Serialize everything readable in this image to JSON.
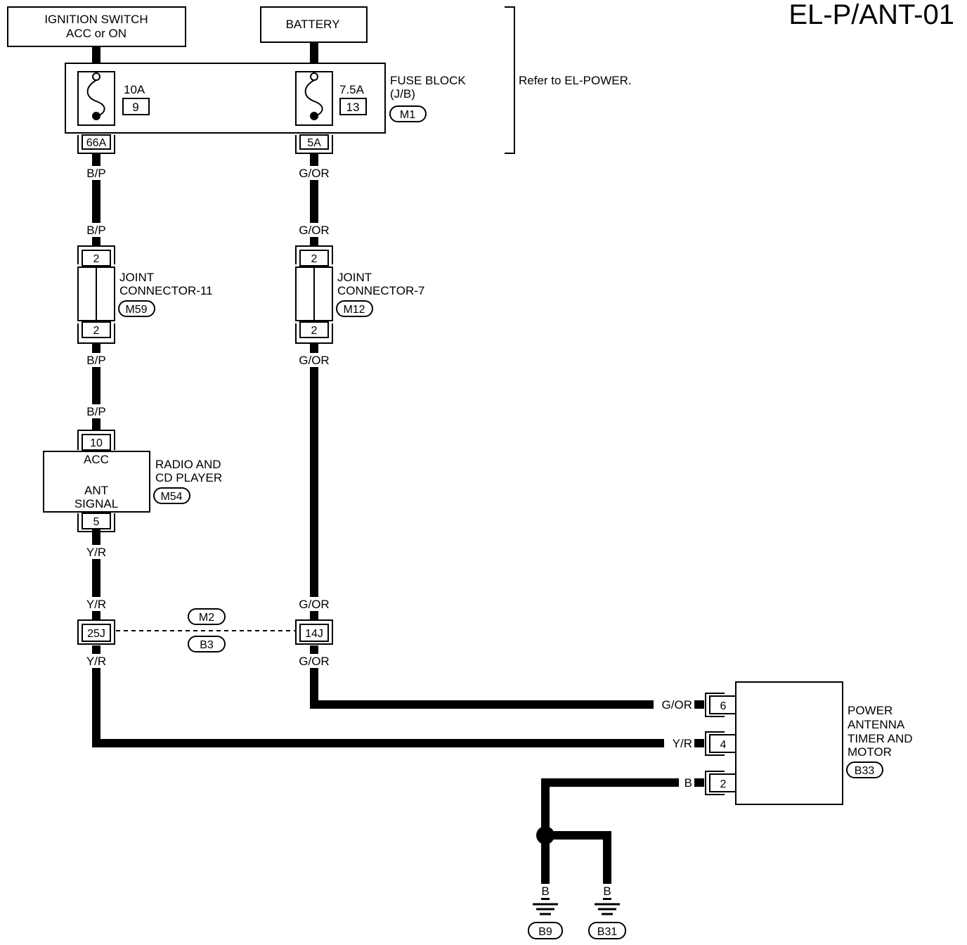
{
  "page_title": "EL-P/ANT-01",
  "ignition_switch": {
    "line1": "IGNITION SWITCH",
    "line2": "ACC or ON"
  },
  "battery": {
    "label": "BATTERY"
  },
  "fuse_block": {
    "name_line1": "FUSE BLOCK",
    "name_line2": "(J/B)",
    "code": "M1",
    "fuse_left": {
      "rating": "10A",
      "number": "9",
      "terminal": "66A"
    },
    "fuse_right": {
      "rating": "7.5A",
      "number": "13",
      "terminal": "5A"
    }
  },
  "refer_note": "Refer to EL-POWER.",
  "joint_connector_11": {
    "line1": "JOINT",
    "line2": "CONNECTOR-11",
    "code": "M59",
    "pin_top": "2",
    "pin_bottom": "2"
  },
  "joint_connector_7": {
    "line1": "JOINT",
    "line2": "CONNECTOR-7",
    "code": "M12",
    "pin_top": "2",
    "pin_bottom": "2"
  },
  "radio": {
    "line1": "RADIO AND",
    "line2": "CD PLAYER",
    "code": "M54",
    "pin_acc": "10",
    "acc_label": "ACC",
    "ant_line1": "ANT",
    "ant_line2": "SIGNAL",
    "pin_ant": "5"
  },
  "harness_connector": {
    "code_top": "M2",
    "code_bottom": "B3",
    "pin_left": "25J",
    "pin_right": "14J"
  },
  "power_antenna": {
    "line1": "POWER",
    "line2": "ANTENNA",
    "line3": "TIMER AND",
    "line4": "MOTOR",
    "code": "B33",
    "pin_1": "6",
    "pin_2": "4",
    "pin_3": "2"
  },
  "wire_colors": {
    "bp": "B/P",
    "gor": "G/OR",
    "yr": "Y/R",
    "b": "B"
  },
  "grounds": {
    "left": "B9",
    "right": "B31"
  }
}
